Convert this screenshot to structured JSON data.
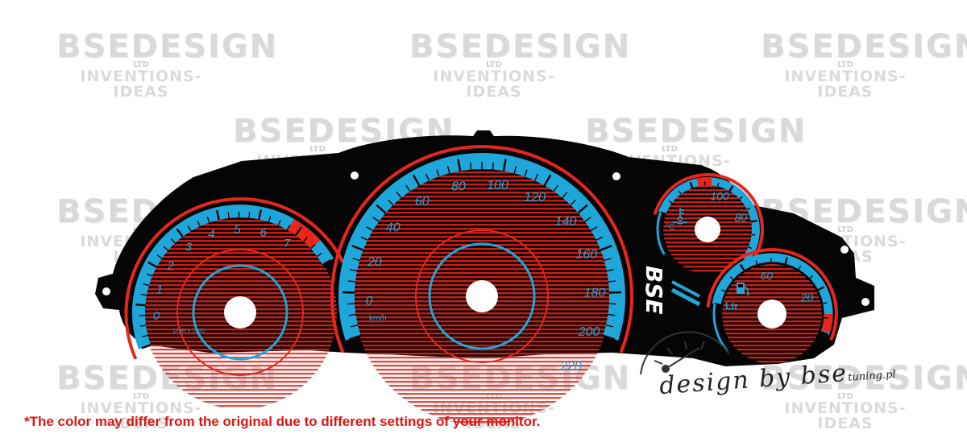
{
  "watermark": {
    "brand": "BSEDESIGN",
    "ltd": "LTD",
    "tagline": "INVENTIONS-IDEAS"
  },
  "tachometer": {
    "labels": [
      "0",
      "1",
      "2",
      "3",
      "4",
      "5",
      "6",
      "7"
    ],
    "unit": "1/min x 1000"
  },
  "speedometer": {
    "labels": [
      "0",
      "20",
      "40",
      "60",
      "80",
      "100",
      "120",
      "140",
      "160",
      "180",
      "200",
      "220"
    ],
    "unit": "km/h"
  },
  "temperature": {
    "labels": [
      "100",
      "80"
    ],
    "unit": "°C"
  },
  "fuel": {
    "labels": [
      "60",
      "20"
    ],
    "unit": "Ltr"
  },
  "logo": "BSE",
  "signature": {
    "main": "design by bse",
    "suffix": "tuning.pl"
  },
  "disclaimer": "*The color may differ from the original due to different settings of your monitor.",
  "colors": {
    "panel": "#050505",
    "red": "#e8261c",
    "blue": "#1fa6da",
    "background": "#ffffff"
  },
  "icons": [
    "coolant-temperature-icon",
    "fuel-pump-icon",
    "gauge-sketch-icon"
  ]
}
